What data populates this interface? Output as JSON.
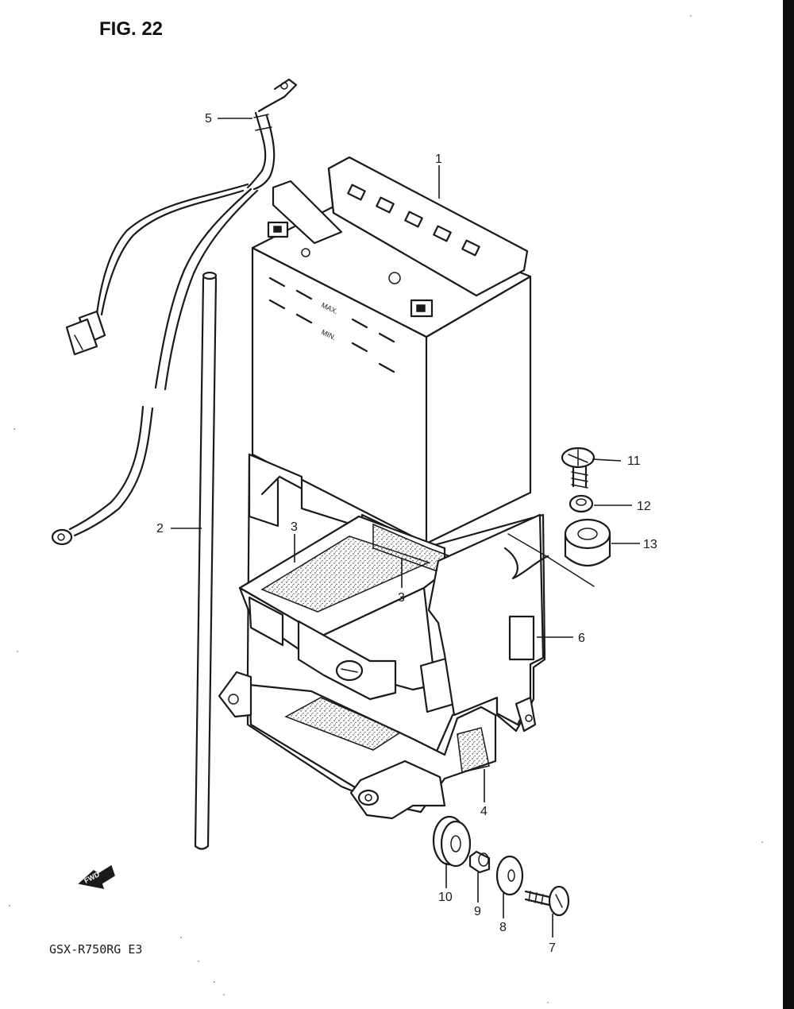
{
  "figure": {
    "title": "FIG. 22",
    "model_code": "GSX-R750RG  E3",
    "fwd_label": "FWD",
    "battery_marks": {
      "max": "MAX.",
      "min": "MIN."
    }
  },
  "callouts": [
    {
      "id": "c1",
      "number": "1"
    },
    {
      "id": "c2",
      "number": "2"
    },
    {
      "id": "c3a",
      "number": "3"
    },
    {
      "id": "c3b",
      "number": "3"
    },
    {
      "id": "c4",
      "number": "4"
    },
    {
      "id": "c5",
      "number": "5"
    },
    {
      "id": "c6",
      "number": "6"
    },
    {
      "id": "c7",
      "number": "7"
    },
    {
      "id": "c8",
      "number": "8"
    },
    {
      "id": "c9",
      "number": "9"
    },
    {
      "id": "c10",
      "number": "10"
    },
    {
      "id": "c11",
      "number": "11"
    },
    {
      "id": "c12",
      "number": "12"
    },
    {
      "id": "c13",
      "number": "13"
    }
  ]
}
